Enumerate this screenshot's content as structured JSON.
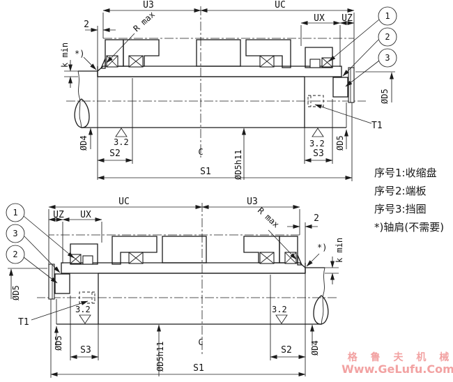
{
  "page": {
    "background": "#ffffff",
    "line_color": "#1b1b1b"
  },
  "top_view": {
    "dim_u3": "U3",
    "dim_uc": "UC",
    "dim_ux": "UX",
    "dim_uz": "UZ",
    "dim_2": "2",
    "dim_s1": "S1",
    "dim_s2": "S2",
    "dim_s3": "S3",
    "label_t1": "T1",
    "label_kmin": "k min",
    "label_rmax": "R max",
    "label_shoulder": "*)",
    "dia_d4": "ØD4",
    "dia_d5_bore": "ØD5",
    "dia_d5_end": "ØD5",
    "dia_d5h11": "ØD5h11",
    "roughness_left": "3.2",
    "roughness_right": "3.2",
    "centerline": "C",
    "balloon_top": "1",
    "balloon_middle": "2",
    "balloon_bottom": "3"
  },
  "bottom_view": {
    "dim_u3": "U3",
    "dim_uc": "UC",
    "dim_ux": "UX",
    "dim_uz": "UZ",
    "dim_2": "2",
    "dim_s1": "S1",
    "dim_s2": "S2",
    "dim_s3": "S3",
    "label_t1": "T1",
    "label_kmin": "k min",
    "label_rmax": "R max",
    "label_shoulder": "*)",
    "dia_d4": "ØD4",
    "dia_d5_bore": "ØD5",
    "dia_d5_end": "ØD5",
    "dia_d5h11": "ØD5h11",
    "roughness_left": "3.2",
    "roughness_right": "3.2",
    "centerline": "C",
    "balloon_top": "1",
    "balloon_middle": "3",
    "balloon_bottom": "2"
  },
  "legend": {
    "items": [
      {
        "text": "序号1:收缩盘"
      },
      {
        "text": "序号2:端板"
      },
      {
        "text": "序号3:挡圈"
      },
      {
        "text": "*)轴肩(不需要)"
      }
    ]
  },
  "watermark": {
    "line1": "格 鲁 夫 机 械",
    "line2": "Www.GeLufu.Com",
    "color": "#f2a2a2"
  }
}
